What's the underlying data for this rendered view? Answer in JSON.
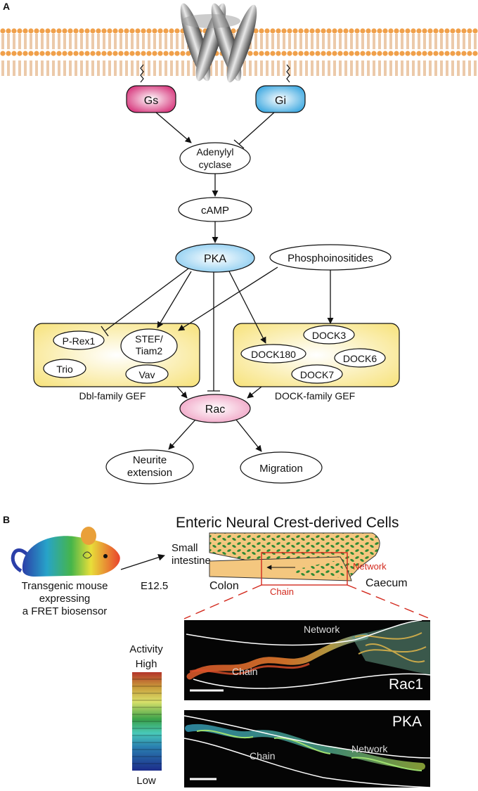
{
  "panelA": {
    "label": "A",
    "gs": "Gs",
    "gi": "Gi",
    "adenylyl1": "Adenylyl",
    "adenylyl2": "cyclase",
    "camp": "cAMP",
    "pka": "PKA",
    "phospho": "Phosphoinositides",
    "prex1": "P-Rex1",
    "stef1": "STEF/",
    "stef2": "Tiam2",
    "trio": "Trio",
    "vav": "Vav",
    "dock3": "DOCK3",
    "dock180": "DOCK180",
    "dock6": "DOCK6",
    "dock7": "DOCK7",
    "dbl_label": "Dbl-family GEF",
    "dock_label": "DOCK-family GEF",
    "rac": "Rac",
    "neurite1": "Neurite",
    "neurite2": "extension",
    "migration": "Migration",
    "colors": {
      "gs": "#d6337a",
      "gi": "#3aa7e0",
      "pka": "#8fd0f2",
      "rac": "#f2a9c8",
      "gef": "#fbe98a"
    }
  },
  "panelB": {
    "label": "B",
    "title": "Enteric Neural Crest-derived Cells",
    "small1": "Small",
    "small2": "intestine",
    "colon": "Colon",
    "caecum": "Caecum",
    "network_red": "Network",
    "chain_red": "Chain",
    "e125": "E12.5",
    "mouse1": "Transgenic mouse",
    "mouse2": "expressing",
    "mouse3": "a FRET biosensor",
    "activity": "Activity",
    "high": "High",
    "low": "Low",
    "rac1_network": "Network",
    "rac1_chain": "Chain",
    "rac1": "Rac1",
    "pka_title": "PKA",
    "pka_network": "Network",
    "pka_chain": "Chain"
  }
}
